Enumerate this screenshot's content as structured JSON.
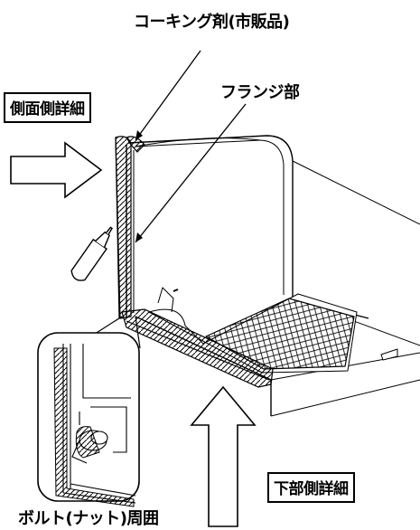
{
  "labels": {
    "caulking": "コーキング剤(市販品)",
    "flange": "フランジ部",
    "side_detail": "側面側詳細",
    "bottom_detail": "下部側詳細",
    "bolt_area": "ボルト(ナット)周囲"
  },
  "colors": {
    "line": "#000000",
    "background": "#ffffff"
  },
  "icons": {
    "side_arrow": "arrow-right-outline-icon",
    "bottom_arrow": "arrow-up-outline-icon",
    "caulk_tube": "caulking-tube-icon"
  }
}
